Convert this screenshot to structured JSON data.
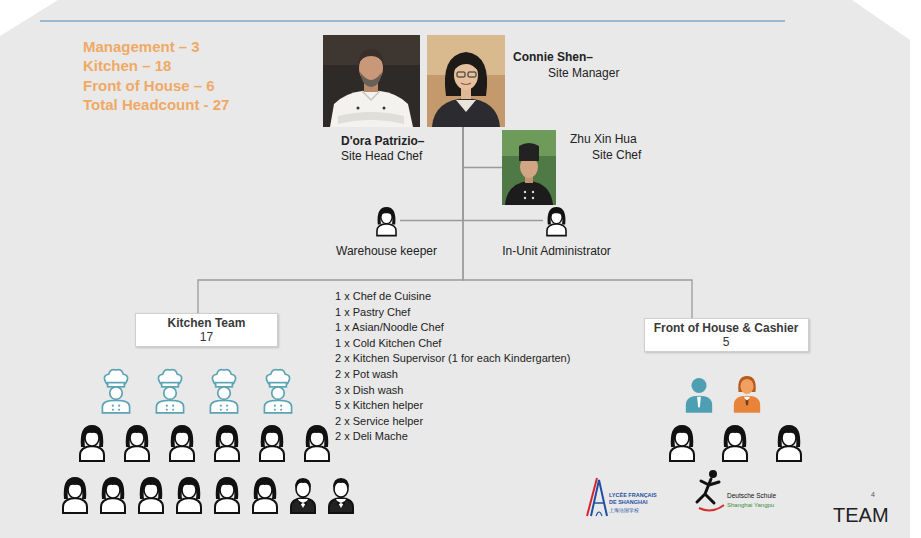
{
  "diagram": {
    "nodes": [
      {
        "text": [
          "D'ora Patrizio–",
          "Site Head Chef"
        ]
      },
      {
        "text": [
          "Connie Shen–",
          "Site Manager"
        ]
      },
      {
        "text": [
          "Zhu Xin Hua",
          "Site Chef"
        ]
      },
      {
        "text": [
          "Warehouse keeper"
        ]
      },
      {
        "text": [
          "In-Unit Administrator"
        ]
      },
      {
        "text": [
          "Kitchen Team",
          "17"
        ]
      },
      {
        "text": [
          "Front of House & Cashier",
          "5"
        ]
      }
    ],
    "edges": [
      {
        "from": 1,
        "to": 2,
        "arrow": "none"
      },
      {
        "from": 1,
        "to": 3,
        "arrow": "none"
      },
      {
        "from": 1,
        "to": 4,
        "arrow": "none"
      },
      {
        "from": 1,
        "to": 5,
        "arrow": "none"
      },
      {
        "from": 1,
        "to": 6,
        "arrow": "none"
      }
    ],
    "labels": [
      "Management – 3",
      "Kitchen – 18",
      "Front of House – 6",
      "Total Headcount - 27",
      "1 x Chef de Cuisine",
      "1 x Pastry Chef",
      "1 x Asian/Noodle Chef",
      "1 x Cold Kitchen Chef",
      "2 x Kitchen Supervisor (1 for each Kindergarten)",
      "2 x Pot wash",
      "3 x Dish wash",
      "5 x Kitchen helper",
      "2 x Service helper",
      "2 x Deli Mache",
      "LYCÉE FRANÇAIS DE SHANGHAI",
      "上海法国学校",
      "Deutsche Schule",
      "Shanghai Yangpu",
      "TEAM",
      "4"
    ]
  }
}
